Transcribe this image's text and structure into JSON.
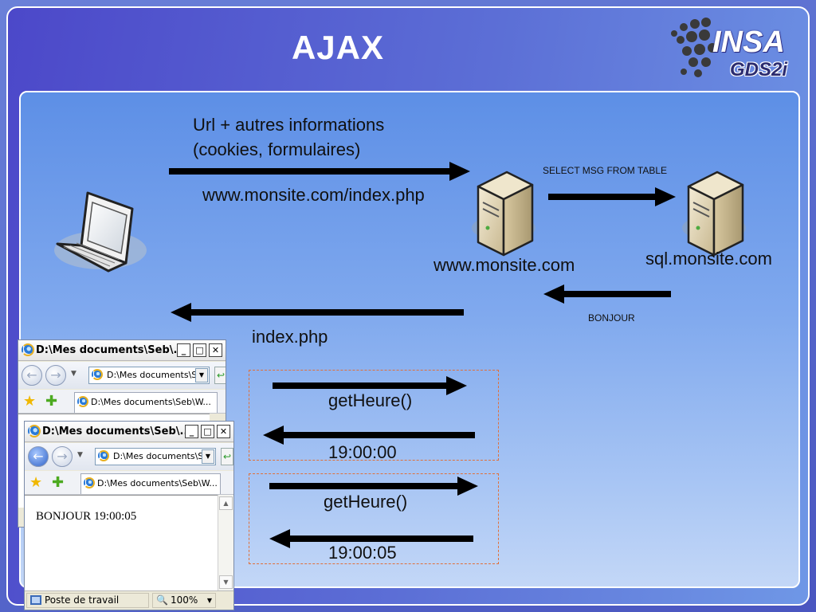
{
  "slide": {
    "title": "AJAX",
    "logo": {
      "main": "INSA",
      "sub": "GDS2i"
    }
  },
  "diagram": {
    "request_label_line1": "Url + autres informations",
    "request_label_line2": "(cookies, formulaires)",
    "request_url": "www.monsite.com/index.php",
    "web_server_label": "www.monsite.com",
    "db_server_label": "sql.monsite.com",
    "sql_query": "SELECT MSG FROM TABLE",
    "sql_response": "BONJOUR",
    "response_page": "index.php",
    "ajax_calls": [
      {
        "request": "getHeure()",
        "response": "19:00:00"
      },
      {
        "request": "getHeure()",
        "response": "19:00:05"
      }
    ]
  },
  "browser_back": {
    "title": "D:\\Mes documents\\Seb\\...",
    "address": "D:\\Mes documents\\Se",
    "tab": "D:\\Mes documents\\Seb\\W..."
  },
  "browser_front": {
    "title": "D:\\Mes documents\\Seb\\...",
    "address": "D:\\Mes documents\\Se",
    "tab": "D:\\Mes documents\\Seb\\W...",
    "page_text": "BONJOUR 19:00:05",
    "status_zone": "Poste de travail",
    "zoom": "100%"
  },
  "window_controls": {
    "minimize": "_",
    "maximize": "□",
    "close": "✕"
  },
  "colors": {
    "arrow": "#000000",
    "dashed_border": "#e0703a",
    "panel_top": "#5d8fe6",
    "panel_bottom": "#c3d7f7"
  }
}
